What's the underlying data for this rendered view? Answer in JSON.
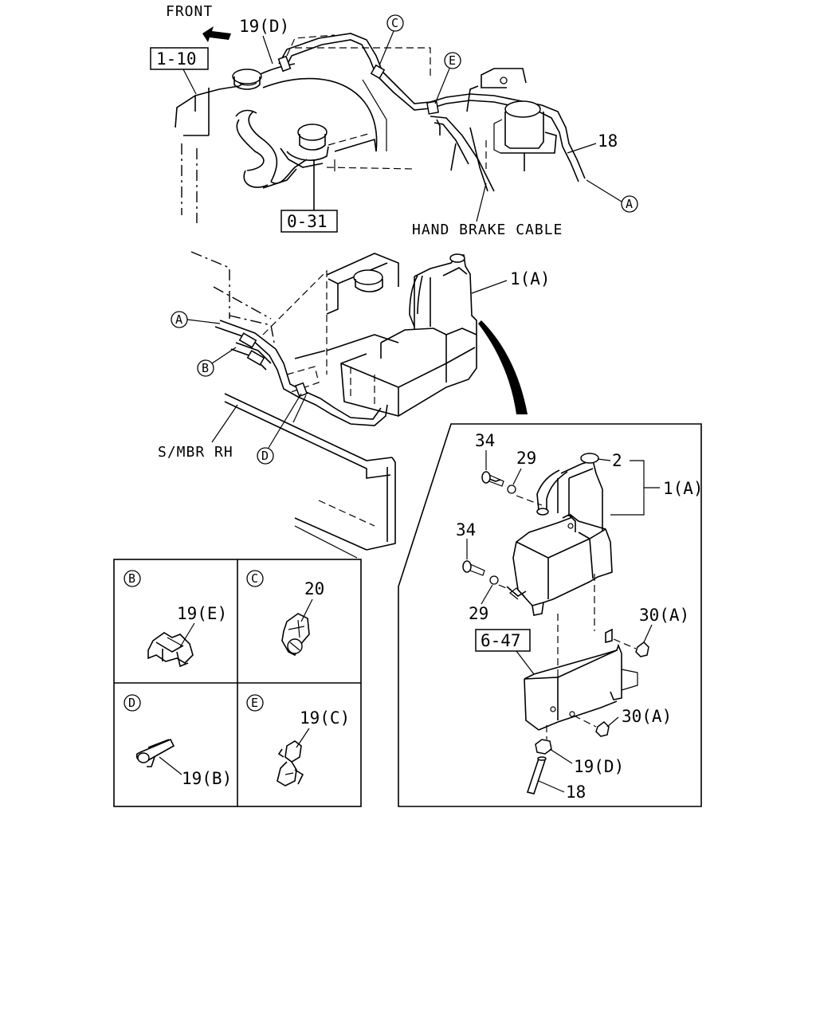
{
  "diagram": {
    "front_label": "FRONT",
    "ref_boxes": {
      "r1": "1-10",
      "r2": "0-31",
      "r3": "6-47"
    },
    "labels": {
      "hand_brake_cable": "HAND BRAKE CABLE",
      "smbr": "S/MBR RH",
      "p19d_top": "19(D)",
      "p18_top": "18",
      "p1a_main": "1(A)",
      "p34_a": "34",
      "p29_a": "29",
      "p2": "2",
      "p1a_detail": "1(A)",
      "p34_b": "34",
      "p29_b": "29",
      "p30a_1": "30(A)",
      "p30a_2": "30(A)",
      "p19d_bottom": "19(D)",
      "p18_bottom": "18",
      "p19e": "19(E)",
      "p20": "20",
      "p19b": "19(B)",
      "p19c": "19(C)"
    },
    "callouts": {
      "c_top_c": "C",
      "c_top_e": "E",
      "c_top_a": "A",
      "c_mid_a": "A",
      "c_mid_b": "B",
      "c_mid_d": "D",
      "c_box_b": "B",
      "c_box_c": "C",
      "c_box_d": "D",
      "c_box_e": "E"
    }
  }
}
